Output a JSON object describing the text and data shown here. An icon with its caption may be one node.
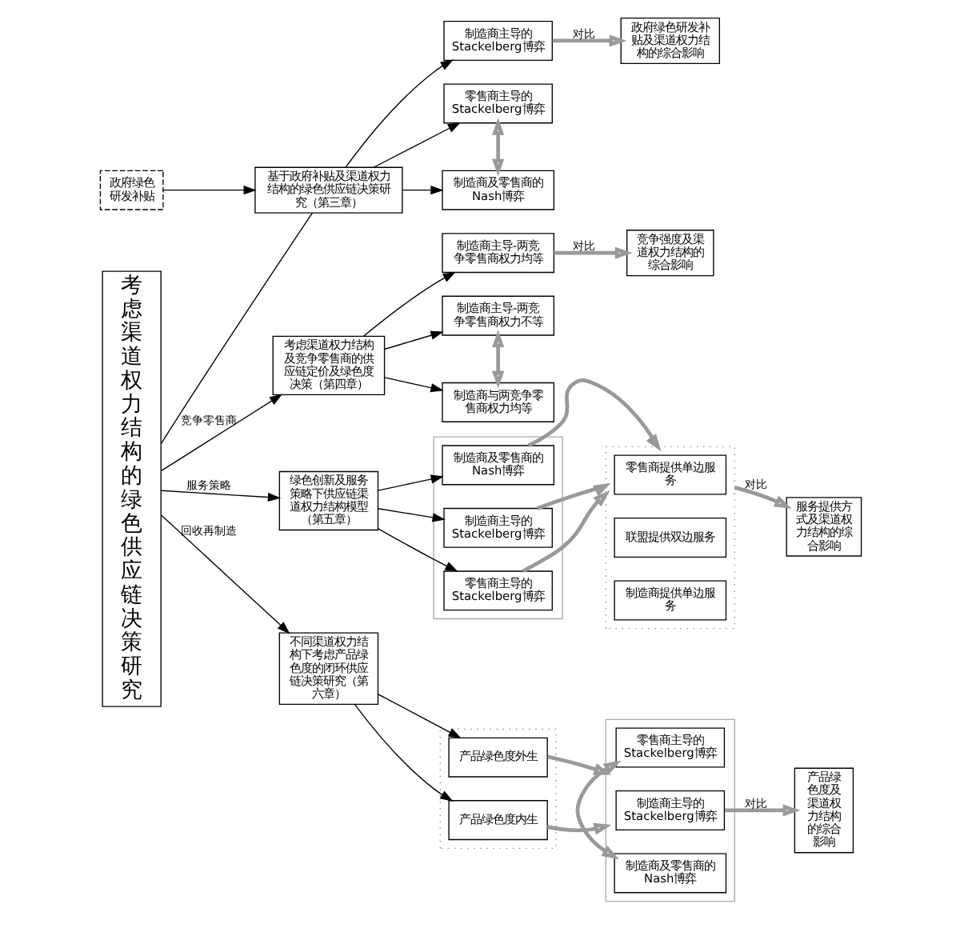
{
  "diagram": {
    "nodes": [
      {
        "text": [
          "考虑渠道权力结构的绿色供应链决策研究"
        ]
      },
      {
        "text": [
          "政府绿色研发补贴"
        ]
      },
      {
        "text": [
          "基于政府补贴及渠道权力结构的绿色供应链决策研究（第三章）"
        ]
      },
      {
        "text": [
          "制造商及零售商的Nash博弈"
        ]
      },
      {
        "text": [
          "制造商主导的Stackelberg博弈"
        ]
      },
      {
        "text": [
          "零售商主导的Stackelberg博弈"
        ]
      },
      {
        "text": [
          "政府绿色研发补贴及渠道权力结构的综合影响"
        ]
      },
      {
        "text": [
          "考虑渠道权力结构及竞争零售商的供应链定价及绿色度决策（第四章）"
        ]
      },
      {
        "text": [
          "制造商与两竞争零售商权力均等"
        ]
      },
      {
        "text": [
          "制造商主导-两竞争零售商权力均等"
        ]
      },
      {
        "text": [
          "制造商主导-两竞争零售商权力不等"
        ]
      },
      {
        "text": [
          "竞争强度及渠道权力结构的综合影响"
        ]
      },
      {
        "text": [
          "绿色创新及服务策略下供应链渠道权力结构模型（第五章）"
        ]
      },
      {
        "text": [],
        "shape": "box"
      },
      {
        "text": [
          "制造商及零售商的Nash博弈"
        ],
        "in": 13
      },
      {
        "text": [
          "制造商主导的Stackelberg博弈"
        ],
        "in": 13
      },
      {
        "text": [
          "零售商主导的Stackelberg博弈"
        ],
        "in": 13
      },
      {
        "text": [],
        "shape": "box"
      },
      {
        "text": [
          "制造商提供单边服务"
        ],
        "in": 17
      },
      {
        "text": [
          "零售商提供单边服务"
        ],
        "in": 17
      },
      {
        "text": [
          "联盟提供双边服务"
        ],
        "in": 17
      },
      {
        "text": [
          "服务提供方式及渠道权力结构的综合影响"
        ]
      },
      {
        "text": [
          "不同渠道权力结构下考虑产品绿色度的闭环供应链决策研究（第六章）"
        ]
      },
      {
        "text": [],
        "shape": "box"
      },
      {
        "text": [
          "产品绿色度内生"
        ],
        "in": 23
      },
      {
        "text": [
          "产品绿色度外生"
        ],
        "in": 23
      },
      {
        "text": [],
        "shape": "box"
      },
      {
        "text": [
          "制造商及零售商的Nash博弈"
        ],
        "in": 26
      },
      {
        "text": [
          "制造商主导的Stackelberg博弈"
        ],
        "in": 26
      },
      {
        "text": [
          "零售商主导的Stackelberg博弈"
        ],
        "in": 26
      },
      {
        "text": [
          "产品绿色度及渠道权力结构的综合影响"
        ]
      }
    ],
    "edges": [
      {
        "from": 0,
        "to": 2,
        "arrow": "none"
      },
      {
        "from": 0,
        "to": 7,
        "arrow": "to",
        "label": "竞争零售商"
      },
      {
        "from": 0,
        "to": 12,
        "arrow": "to",
        "label": "服务策略"
      },
      {
        "from": 0,
        "to": 22,
        "arrow": "to",
        "label": "回收再制造"
      },
      {
        "from": 1,
        "to": 2,
        "arrow": "to"
      },
      {
        "from": 2,
        "to": 3,
        "arrow": "to"
      },
      {
        "from": 2,
        "to": 4,
        "arrow": "to"
      },
      {
        "from": 2,
        "to": 5,
        "arrow": "to"
      },
      {
        "from": 3,
        "to": 5,
        "arrow": "both",
        "style": "thick",
        "color": "#999999"
      },
      {
        "from": 4,
        "to": 6,
        "arrow": "to",
        "label": "对比",
        "style": "thick",
        "color": "#999999"
      },
      {
        "from": 7,
        "to": 8,
        "arrow": "to"
      },
      {
        "from": 7,
        "to": 9,
        "arrow": "to"
      },
      {
        "from": 7,
        "to": 10,
        "arrow": "to"
      },
      {
        "from": 8,
        "to": 10,
        "arrow": "both",
        "style": "thick",
        "color": "#999999"
      },
      {
        "from": 9,
        "to": 11,
        "arrow": "to",
        "label": "对比",
        "style": "thick",
        "color": "#999999"
      },
      {
        "from": 12,
        "to": 14,
        "arrow": "to"
      },
      {
        "from": 12,
        "to": 15,
        "arrow": "to"
      },
      {
        "from": 12,
        "to": 16,
        "arrow": "to"
      },
      {
        "from": 14,
        "to": 17,
        "arrow": "to",
        "style": "thick",
        "color": "#999999"
      },
      {
        "from": 15,
        "to": 17,
        "arrow": "to",
        "style": "thick",
        "color": "#999999"
      },
      {
        "from": 16,
        "to": 17,
        "arrow": "to",
        "style": "thick",
        "color": "#999999"
      },
      {
        "from": 17,
        "to": 21,
        "arrow": "to",
        "label": "对比",
        "style": "thick",
        "color": "#999999"
      },
      {
        "from": 22,
        "to": 24,
        "arrow": "to"
      },
      {
        "from": 22,
        "to": 25,
        "arrow": "to"
      },
      {
        "from": 24,
        "to": 26,
        "arrow": "to",
        "style": "thick",
        "color": "#999999"
      },
      {
        "from": 25,
        "to": 26,
        "arrow": "to",
        "style": "thick",
        "color": "#999999"
      },
      {
        "from": 27,
        "to": 29,
        "arrow": "both",
        "style": "thick",
        "color": "#999999"
      },
      {
        "from": 28,
        "to": 30,
        "arrow": "to",
        "label": "对比",
        "style": "thick",
        "color": "#999999"
      }
    ]
  }
}
